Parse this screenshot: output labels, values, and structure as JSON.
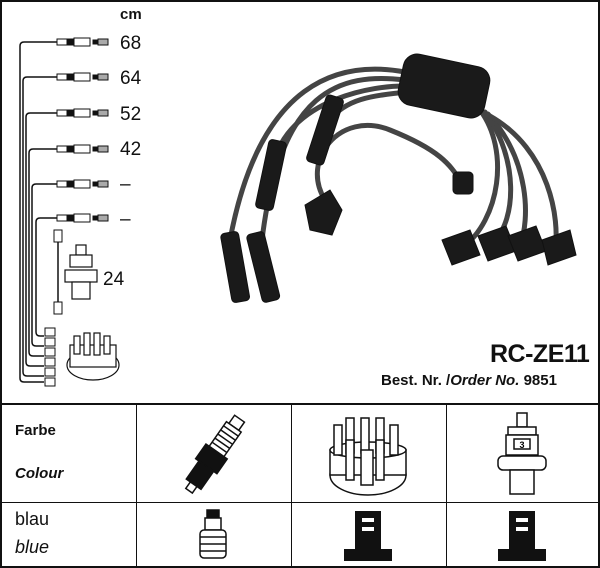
{
  "unit_label": "cm",
  "lengths": [
    "68",
    "64",
    "52",
    "42",
    "–",
    "–"
  ],
  "coil_length": "24",
  "product_code": "RC-ZE11",
  "order": {
    "label_de": "Best. Nr.",
    "separator": "/",
    "label_en": "Order No.",
    "number": "9851"
  },
  "table": {
    "header_de": "Farbe",
    "header_en": "Colour",
    "colour_de": "blau",
    "colour_en": "blue",
    "columns": [
      "spark-plug",
      "distributor-cap",
      "ignition-coil"
    ],
    "coil_number": "3"
  }
}
